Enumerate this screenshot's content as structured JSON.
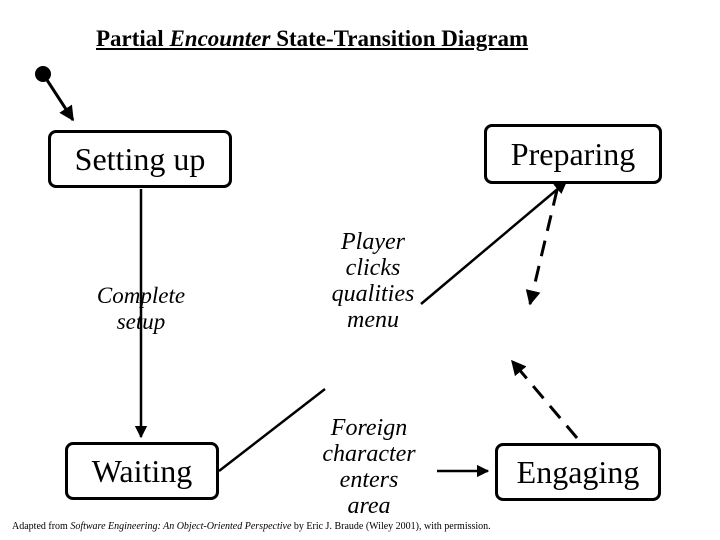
{
  "title": {
    "prefix": "Partial ",
    "emphasis": "Encounter",
    "suffix": " State-Transition Diagram"
  },
  "states": {
    "setting_up": "Setting up",
    "preparing": "Preparing",
    "waiting": "Waiting",
    "engaging": "Engaging"
  },
  "transitions": {
    "complete_setup": "Complete\nsetup",
    "player_clicks": "Player\nclicks\nqualities\nmenu",
    "foreign_character": "Foreign\ncharacter\nenters\narea"
  },
  "footnote": {
    "prefix": "Adapted from ",
    "book": "Software Engineering: An Object-Oriented Perspective",
    "suffix": " by Eric J. Braude (Wiley 2001), with permission."
  }
}
